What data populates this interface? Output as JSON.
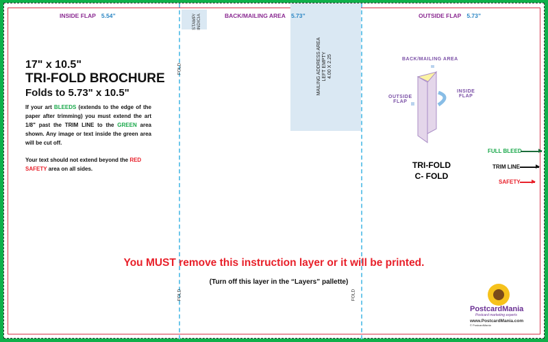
{
  "panels": {
    "inside_flap": {
      "label": "INSIDE FLAP",
      "size": "5.54”"
    },
    "back_mailing": {
      "label": "BACK/MAILING AREA",
      "size": "5.73”"
    },
    "outside_flap": {
      "label": "OUTSIDE FLAP",
      "size": "5.73”"
    }
  },
  "fold_label": "FOLD",
  "stamp": {
    "line1": "STAMP/",
    "line2": "INDICIA"
  },
  "mailing": {
    "line1": "MAILING ADDRESS AREA",
    "line2": "LEFT EMPTY",
    "line3": "4.00 X 2.25"
  },
  "heading": {
    "size": "17\" x 10.5\"",
    "title": "TRI-FOLD BROCHURE",
    "folds": "Folds to 5.73\" x 10.5\""
  },
  "instructions": {
    "p1a": "If your art ",
    "bleeds": "BLEEDS",
    "p1b": " (extends to the edge of the paper after trimming) you must extend the art 1/8\" past the TRIM LINE to the ",
    "green": "GREEN",
    "p1c": " area shown. Any image or text inside the green area will be cut off.",
    "p2a": "Your text should not extend beyond the ",
    "red_safety": "RED SAFETY",
    "p2b": " area on all sides."
  },
  "diagram": {
    "back": "BACK/MAILING AREA",
    "outside1": "OUTSIDE",
    "outside2": "FLAP",
    "inside1": "INSIDE",
    "inside2": "FLAP",
    "type1": "TRI-FOLD",
    "type2": "C- FOLD"
  },
  "legend": {
    "full_bleed": "FULL BLEED",
    "trim_line": "TRIM LINE",
    "safety": "SAFETY"
  },
  "colors": {
    "bleed": "#0fb04a",
    "trim": "#111111",
    "safety": "#e8202a"
  },
  "warning": "You MUST remove this instruction layer or it will be printed.",
  "warning_sub": "(Turn off this layer in the “Layers” pallette)",
  "logo": {
    "name": "PostcardMania",
    "tagline": "Postcard marketing experts",
    "url": "www.PostcardMania.com",
    "copyright": "© PostcardMania"
  }
}
